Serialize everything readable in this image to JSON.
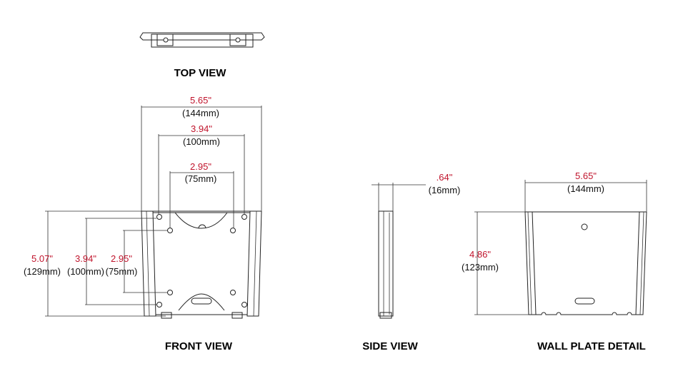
{
  "views": {
    "top": "TOP VIEW",
    "front": "FRONT VIEW",
    "side": "SIDE VIEW",
    "wall_plate": "WALL PLATE DETAIL"
  },
  "front_dims": {
    "overall_width": {
      "in": "5.65\"",
      "mm": "(144mm)"
    },
    "hole_width_100": {
      "in": "3.94\"",
      "mm": "(100mm)"
    },
    "hole_width_75": {
      "in": "2.95\"",
      "mm": "(75mm)"
    },
    "overall_height": {
      "in": "5.07\"",
      "mm": "(129mm)"
    },
    "hole_height_100": {
      "in": "3.94\"",
      "mm": "(100mm)"
    },
    "hole_height_75": {
      "in": "2.95\"",
      "mm": "(75mm)"
    }
  },
  "side_dims": {
    "depth": {
      "in": ".64\"",
      "mm": "(16mm)"
    }
  },
  "wall_plate_dims": {
    "width": {
      "in": "5.65\"",
      "mm": "(144mm)"
    },
    "height": {
      "in": "4.86\"",
      "mm": "(123mm)"
    }
  }
}
